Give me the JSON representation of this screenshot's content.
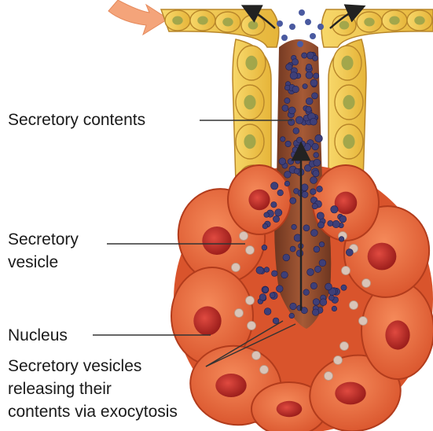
{
  "labels": {
    "secretory_contents": "Secretory contents",
    "secretory_vesicle_line1": "Secretory",
    "secretory_vesicle_line2": "vesicle",
    "nucleus": "Nucleus",
    "releasing_line1": "Secretory vesicles",
    "releasing_line2": "releasing their",
    "releasing_line3": "contents via exocytosis"
  },
  "colors": {
    "epithelial_cell": "#f2c94c",
    "epithelial_nucleus": "#9aa34a",
    "secretory_cell": "#e8643a",
    "secretory_nucleus": "#c62f2a",
    "lumen": "#8a4a2c",
    "secretory_granule": "#3e3f78",
    "empty_vesicle": "#d9c4b8",
    "arrow": "#222222",
    "input_arrow": "#f2a57a"
  }
}
